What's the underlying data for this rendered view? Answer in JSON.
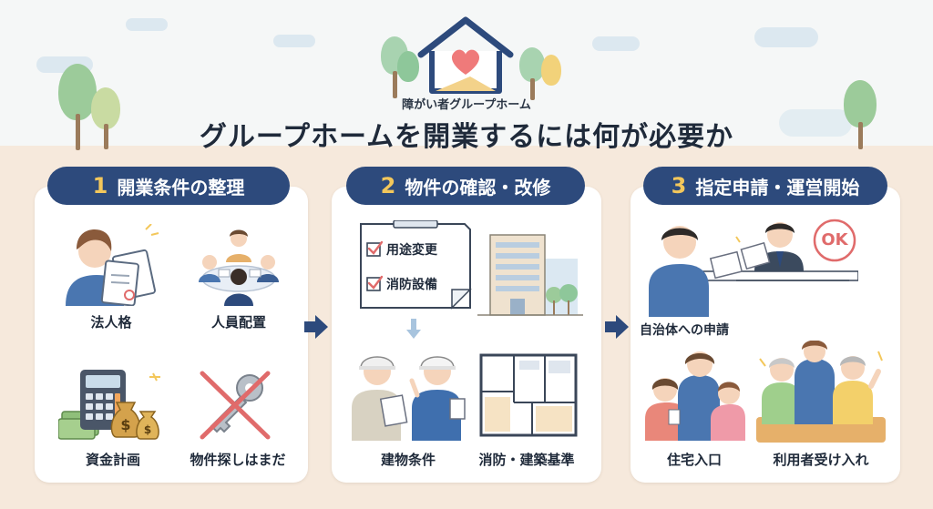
{
  "header": {
    "subtitle": "障がい者グループホーム",
    "title": "グループホームを開業するには何が必要か"
  },
  "steps": [
    {
      "number": "1",
      "title": "開業条件の整理",
      "items": [
        "法人格",
        "人員配置",
        "資金計画",
        "物件探しはまだ"
      ]
    },
    {
      "number": "2",
      "title": "物件の確認・改修",
      "checklist": [
        "用途変更",
        "消防設備"
      ],
      "items": [
        "建物条件",
        "消防・建築基準"
      ]
    },
    {
      "number": "3",
      "title": "指定申請・運営開始",
      "ok_text": "OK",
      "items": [
        "自治体への申請",
        "住宅入口",
        "利用者受け入れ"
      ]
    }
  ],
  "colors": {
    "navy": "#2d4a7c",
    "accent_yellow": "#f3c75b",
    "heart": "#ef7a7a",
    "cross_red": "#e06b6b",
    "panel_bg": "#ffffff",
    "ground_bg": "#f6e9dc"
  },
  "icons": [
    "house-heart-icon",
    "arrow-right-icon",
    "checkbox-icon",
    "cross-icon",
    "key-icon",
    "calculator-icon",
    "money-bag-icon"
  ]
}
